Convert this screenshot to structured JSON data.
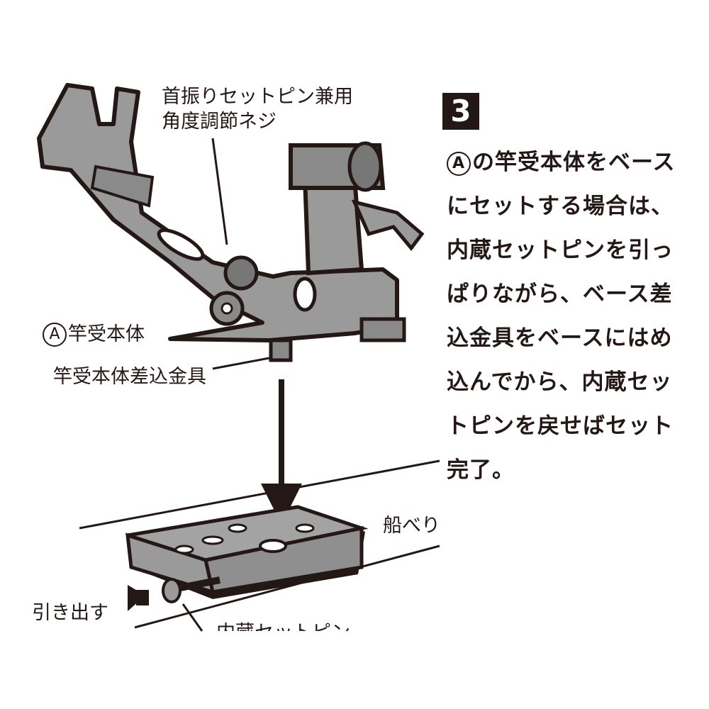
{
  "labels": {
    "adjust_screw": [
      "首振りセットピン兼用",
      "角度調節ネジ"
    ],
    "body_marker": "A",
    "body": "竿受本体",
    "insert_fitting": "竿受本体差込金具",
    "gunwale": "船べり",
    "pull_out": "引き出す",
    "built_in_pin": "内蔵セットピン"
  },
  "step": {
    "number": "3",
    "marker": "A",
    "text": "の竿受本体をベースにセットする場合は、内蔵セットピンを引っぱりながら、ベース差込金具をベースにはめ込んでから、内蔵セットピンを戻せばセット完了。"
  },
  "colors": {
    "ink": "#231815",
    "metal": "#9a9a9a",
    "metal_dark": "#6f6f6f"
  }
}
